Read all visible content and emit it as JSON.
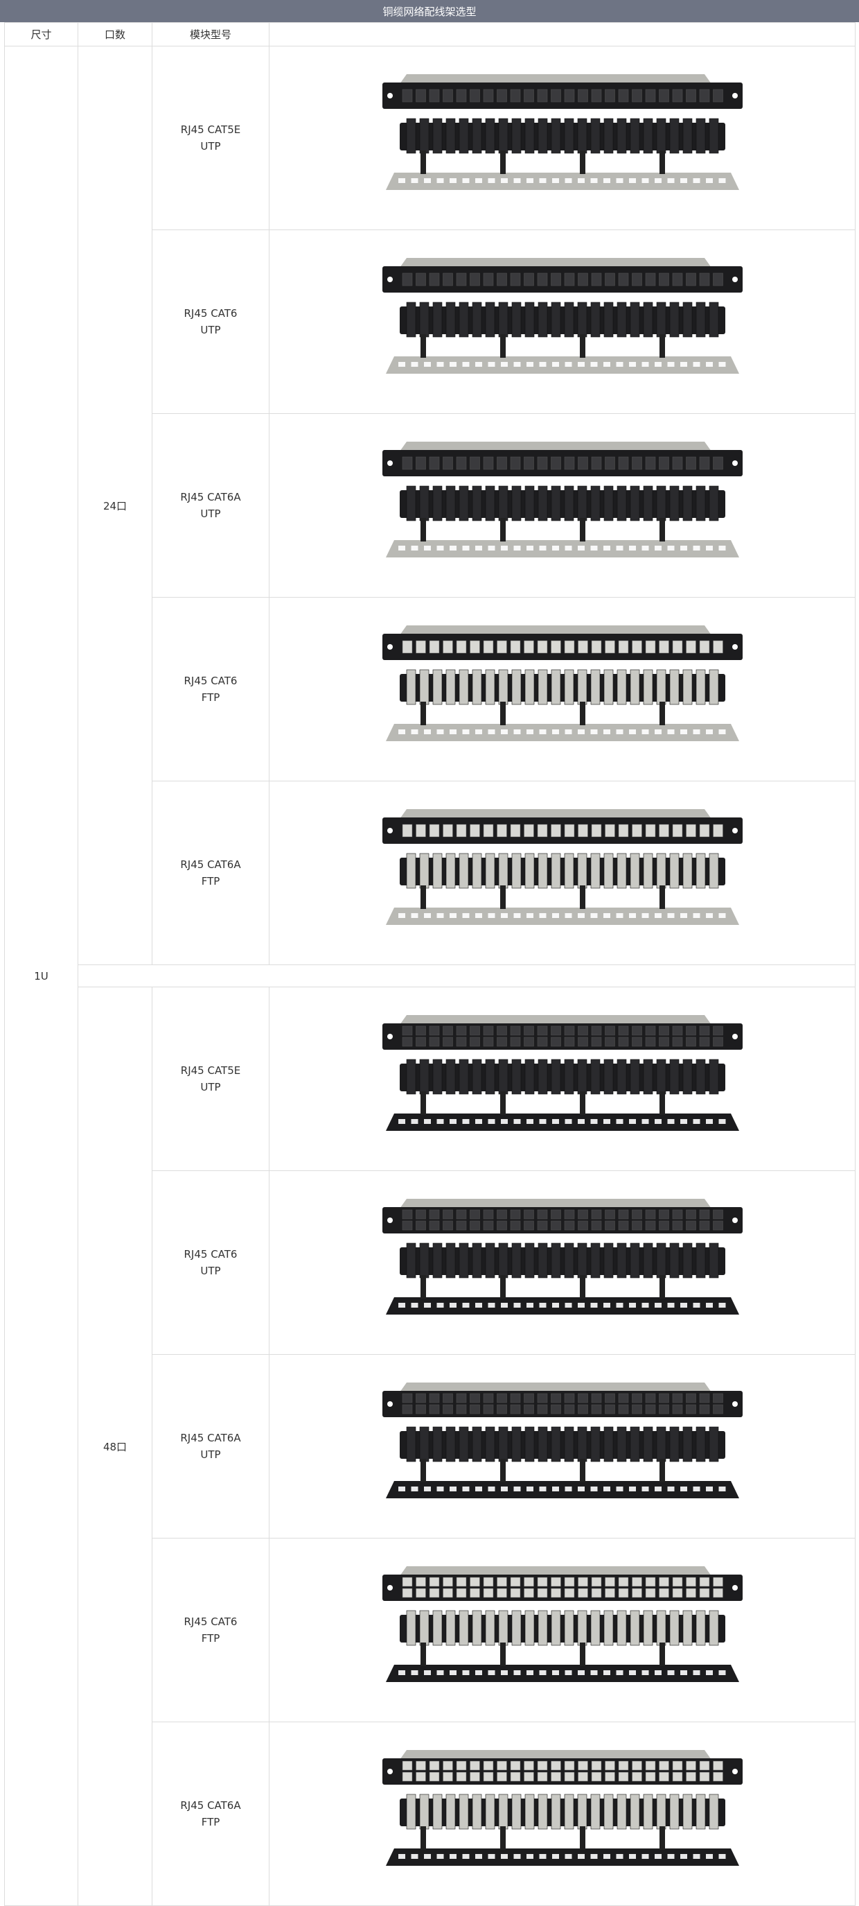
{
  "page": {
    "title": "铜缆网络配线架选型"
  },
  "table": {
    "headers": [
      "尺寸",
      "口数",
      "模块型号",
      ""
    ],
    "size": "1U",
    "groups": [
      {
        "ports": "24口",
        "rows": [
          {
            "model_line1": "RJ45 CAT5E",
            "model_line2": "UTP",
            "style": "utp"
          },
          {
            "model_line1": "RJ45 CAT6",
            "model_line2": "UTP",
            "style": "utp"
          },
          {
            "model_line1": "RJ45 CAT6A",
            "model_line2": "UTP",
            "style": "utp"
          },
          {
            "model_line1": "RJ45 CAT6",
            "model_line2": "FTP",
            "style": "ftp"
          },
          {
            "model_line1": "RJ45 CAT6A",
            "model_line2": "FTP",
            "style": "ftp"
          }
        ]
      },
      {
        "ports": "48口",
        "rows": [
          {
            "model_line1": "RJ45 CAT5E",
            "model_line2": "UTP",
            "style": "utp"
          },
          {
            "model_line1": "RJ45 CAT6",
            "model_line2": "UTP",
            "style": "utp"
          },
          {
            "model_line1": "RJ45 CAT6A",
            "model_line2": "UTP",
            "style": "utp"
          },
          {
            "model_line1": "RJ45 CAT6",
            "model_line2": "FTP",
            "style": "ftp"
          },
          {
            "model_line1": "RJ45 CAT6A",
            "model_line2": "FTP",
            "style": "ftp"
          }
        ]
      }
    ]
  },
  "colors": {
    "header_bg": "#6e7484",
    "border": "#dcdcdc",
    "panel_black": "#1c1c1e",
    "steel": "#b9b9b4"
  }
}
